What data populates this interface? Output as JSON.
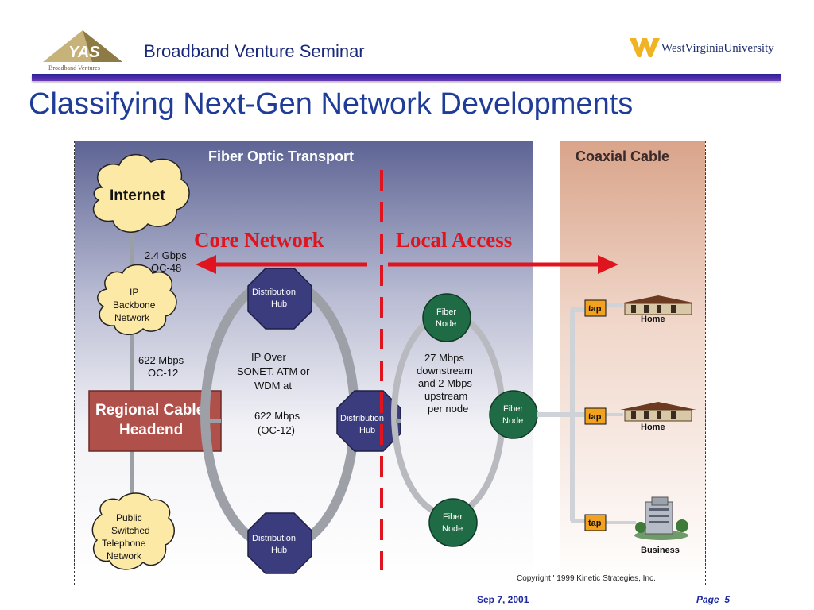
{
  "header": {
    "logo_text": "YAS",
    "logo_subtext": "Broadband Ventures",
    "seminar_title": "Broadband Venture Seminar",
    "university_logo_text": "WestVirginiaUniversity"
  },
  "slide": {
    "title": "Classifying Next-Gen Network Developments"
  },
  "diagram": {
    "section_fiber": "Fiber Optic Transport",
    "section_coax": "Coaxial Cable",
    "core_network": "Core Network",
    "local_access": "Local Access",
    "internet": "Internet",
    "link1_line1": "2.4 Gbps",
    "link1_line2": "OC-48",
    "ip_backbone_l1": "IP",
    "ip_backbone_l2": "Backbone",
    "ip_backbone_l3": "Network",
    "link2_line1": "622 Mbps",
    "link2_line2": "OC-12",
    "headend_l1": "Regional Cable",
    "headend_l2": "Headend",
    "pstn_l1": "Public",
    "pstn_l2": "Switched",
    "pstn_l3": "Telephone",
    "pstn_l4": "Network",
    "hub_l1": "Distribution",
    "hub_l2": "Hub",
    "ring_l1": "IP Over",
    "ring_l2": "SONET, ATM or",
    "ring_l3": "WDM at",
    "ring_l4": "622 Mbps",
    "ring_l5": "(OC-12)",
    "fiber_l1": "Fiber",
    "fiber_l2": "Node",
    "access_l1": "27 Mbps",
    "access_l2": "downstream",
    "access_l3": "and 2 Mbps",
    "access_l4": "upstream",
    "access_l5": "per node",
    "tap": "tap",
    "home": "Home",
    "business": "Business",
    "copyright": "Copyright ' 1999 Kinetic Strategies, Inc."
  },
  "footer": {
    "date": "Sep 7, 2001",
    "page": "Page  5"
  },
  "colors": {
    "title_blue": "#1f3c98",
    "core_red": "#e0141e",
    "hub_navy": "#3a3c7e",
    "fiber_green": "#1f6b45",
    "headend_red": "#b0504a",
    "cloud_yellow": "#fde9a6",
    "tap_orange": "#f3a21f"
  }
}
